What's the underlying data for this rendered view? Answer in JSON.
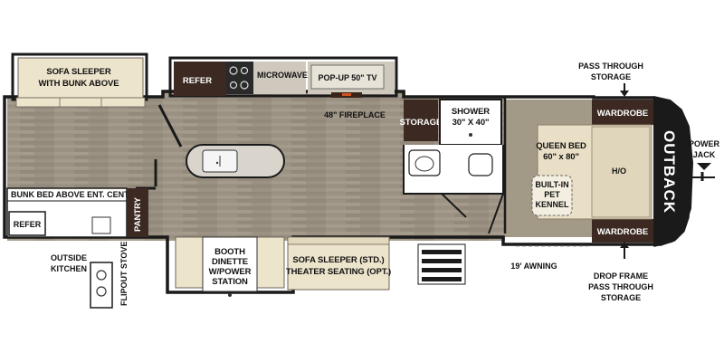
{
  "colors": {
    "floor": "#9d9385",
    "wall": "#1a1a1a",
    "cushion": "#ede4cc",
    "cabinet": "#3c2a22",
    "counter": "#cfc8bc",
    "bed": "#e8dfc6",
    "white": "#ffffff"
  },
  "labels": {
    "sofa_sleeper_bunk": [
      "SOFA SLEEPER",
      "WITH BUNK ABOVE"
    ],
    "refer_top": "REFER",
    "microwave": "MICROWAVE",
    "tv": "POP-UP 50\" TV",
    "fireplace": "48\" FIREPLACE",
    "storage": "STORAGE",
    "shower": [
      "SHOWER",
      "30\" X 40\""
    ],
    "wardrobe_top": "WARDROBE",
    "wardrobe_bottom": "WARDROBE",
    "pass_through_storage": [
      "PASS THROUGH",
      "STORAGE"
    ],
    "power_jack": [
      "POWER",
      "JACK"
    ],
    "queen_bed": [
      "QUEEN BED",
      "60\" x 80\""
    ],
    "ho": "H/O",
    "pet_kennel": [
      "BUILT-IN",
      "PET",
      "KENNEL"
    ],
    "bunk_bed_above": "BUNK BED ABOVE ENT. CENTER",
    "refer_kitchen": "REFER",
    "pantry": "PANTRY",
    "outside_kitchen": [
      "OUTSIDE",
      "KITCHEN"
    ],
    "flipout_stove": "FLIPOUT STOVE",
    "booth_dinette": [
      "BOOTH",
      "DINETTE",
      "W/POWER",
      "STATION"
    ],
    "sofa_sleeper_std": [
      "SOFA SLEEPER (STD.)",
      "THEATER SEATING (OPT.)"
    ],
    "awning": "19' AWNING",
    "drop_frame": [
      "DROP FRAME",
      "PASS THROUGH",
      "STORAGE"
    ],
    "brand": "OUTBACK"
  }
}
